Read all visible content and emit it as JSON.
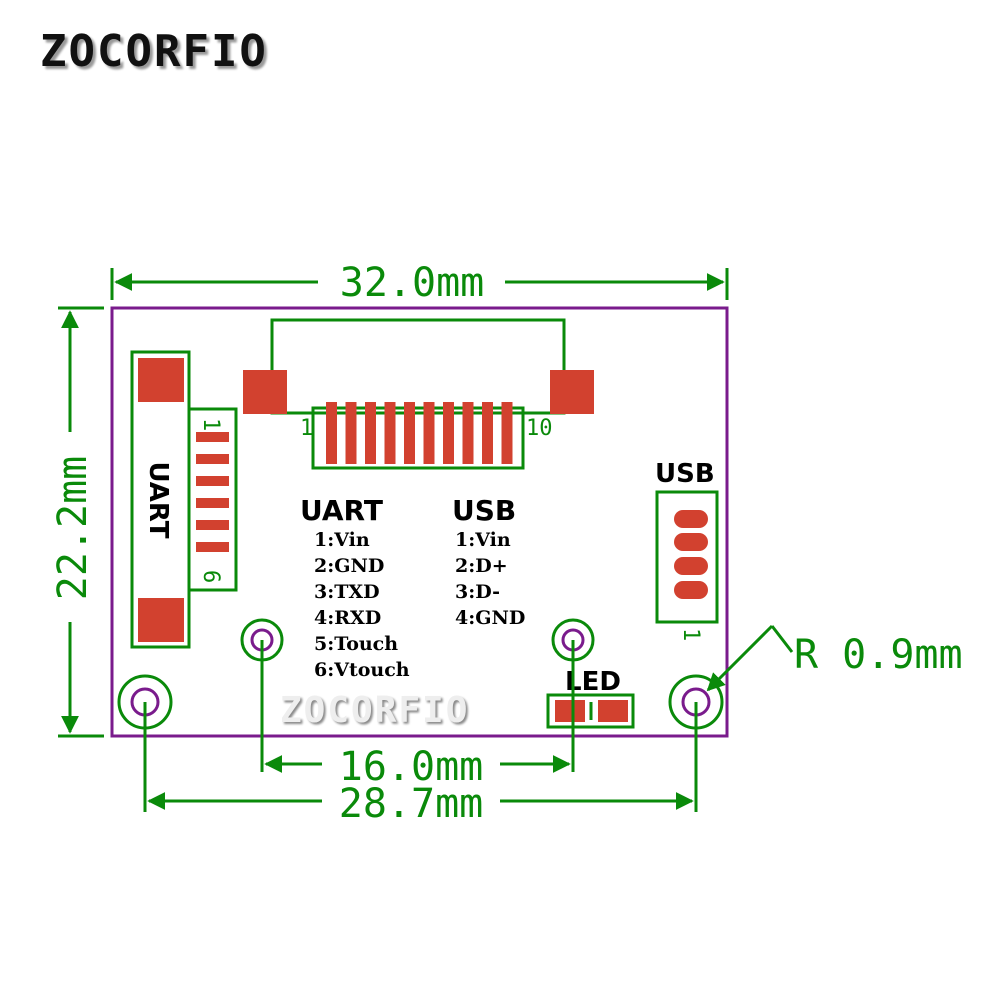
{
  "brand": "ZOCORFIO",
  "watermark": "ZOCORFIO",
  "dimensions": {
    "width": "32.0mm",
    "height": "22.2mm",
    "hole_spacing_inner": "16.0mm",
    "hole_spacing_outer": "28.7mm",
    "hole_radius": "R 0.9mm"
  },
  "uart_connector": {
    "label": "UART",
    "pin_first": "1",
    "pin_last": "6"
  },
  "top_connector": {
    "pin_first": "1",
    "pin_last": "10"
  },
  "usb_connector": {
    "label": "USB",
    "pin_first": "1"
  },
  "led_label": "LED",
  "uart_pinout": {
    "title": "UART",
    "pins": [
      "1:Vin",
      "2:GND",
      "3:TXD",
      "4:RXD",
      "5:Touch",
      "6:Vtouch"
    ]
  },
  "usb_pinout": {
    "title": "USB",
    "pins": [
      "1:Vin",
      "2:D+",
      "3:D-",
      "4:GND"
    ]
  },
  "colors": {
    "board_outline": "#7a1b8c",
    "dimension": "#0a8a0a",
    "pad": "#d2412f",
    "silkscreen": "#0a8a0a"
  }
}
